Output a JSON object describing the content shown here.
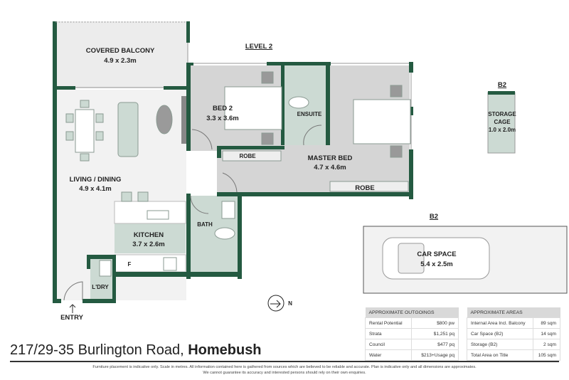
{
  "plan": {
    "level_label": "LEVEL 2",
    "rooms": {
      "balcony": {
        "name": "COVERED BALCONY",
        "size": "4.9 x 2.3m"
      },
      "bed2": {
        "name": "BED 2",
        "size": "3.3 x 3.6m"
      },
      "ensuite": {
        "name": "ENSUITE"
      },
      "master": {
        "name": "MASTER BED",
        "size": "4.7 x 4.6m"
      },
      "robe1": {
        "name": "ROBE"
      },
      "robe2": {
        "name": "ROBE"
      },
      "living": {
        "name": "LIVING / DINING",
        "size": "4.9 x 4.1m"
      },
      "kitchen": {
        "name": "KITCHEN",
        "size": "3.7 x 2.6m"
      },
      "bath": {
        "name": "BATH"
      },
      "laundry": {
        "name": "L'DRY"
      },
      "fridge": {
        "name": "F"
      }
    },
    "entry_label": "ENTRY",
    "north_label": "N",
    "storage": {
      "level": "B2",
      "name": "STORAGE",
      "name2": "CAGE",
      "size": "1.0 x 2.0m"
    },
    "car": {
      "level": "B2",
      "name": "CAR SPACE",
      "size": "5.4 x 2.5m"
    },
    "colors": {
      "wall": "#245a41",
      "wet": "#ccdad3",
      "bed": "#d5d5d5",
      "floor": "#efefef"
    }
  },
  "outgoings": {
    "header": "APPROXIMATE OUTGOINGS",
    "rows": [
      {
        "label": "Rental Potential",
        "value": "$800 pw"
      },
      {
        "label": "Strata",
        "value": "$1,251 pq"
      },
      {
        "label": "Council",
        "value": "$477 pq"
      },
      {
        "label": "Water",
        "value": "$213+Usage pq"
      }
    ]
  },
  "areas": {
    "header": "APPROXIMATE AREAS",
    "rows": [
      {
        "label": "Internal Area Incl. Balcony",
        "value": "89 sqm"
      },
      {
        "label": "Car Space (B2)",
        "value": "14 sqm"
      },
      {
        "label": "Storage (B2)",
        "value": "2 sqm"
      },
      {
        "label": "Total Area on Title",
        "value": "105 sqm"
      }
    ]
  },
  "footer": {
    "address": "217/29-35 Burlington Road, ",
    "suburb": "Homebush",
    "disclaimer1": "Furniture placement is indicative only. Scale in metres. All information contained here is gathered from sources which are believed to be reliable and accurate. Plan is indicative only and all dimensions are approximates.",
    "disclaimer2": "We cannot guarantee its accuracy and interested persons should rely on their own enquiries."
  }
}
